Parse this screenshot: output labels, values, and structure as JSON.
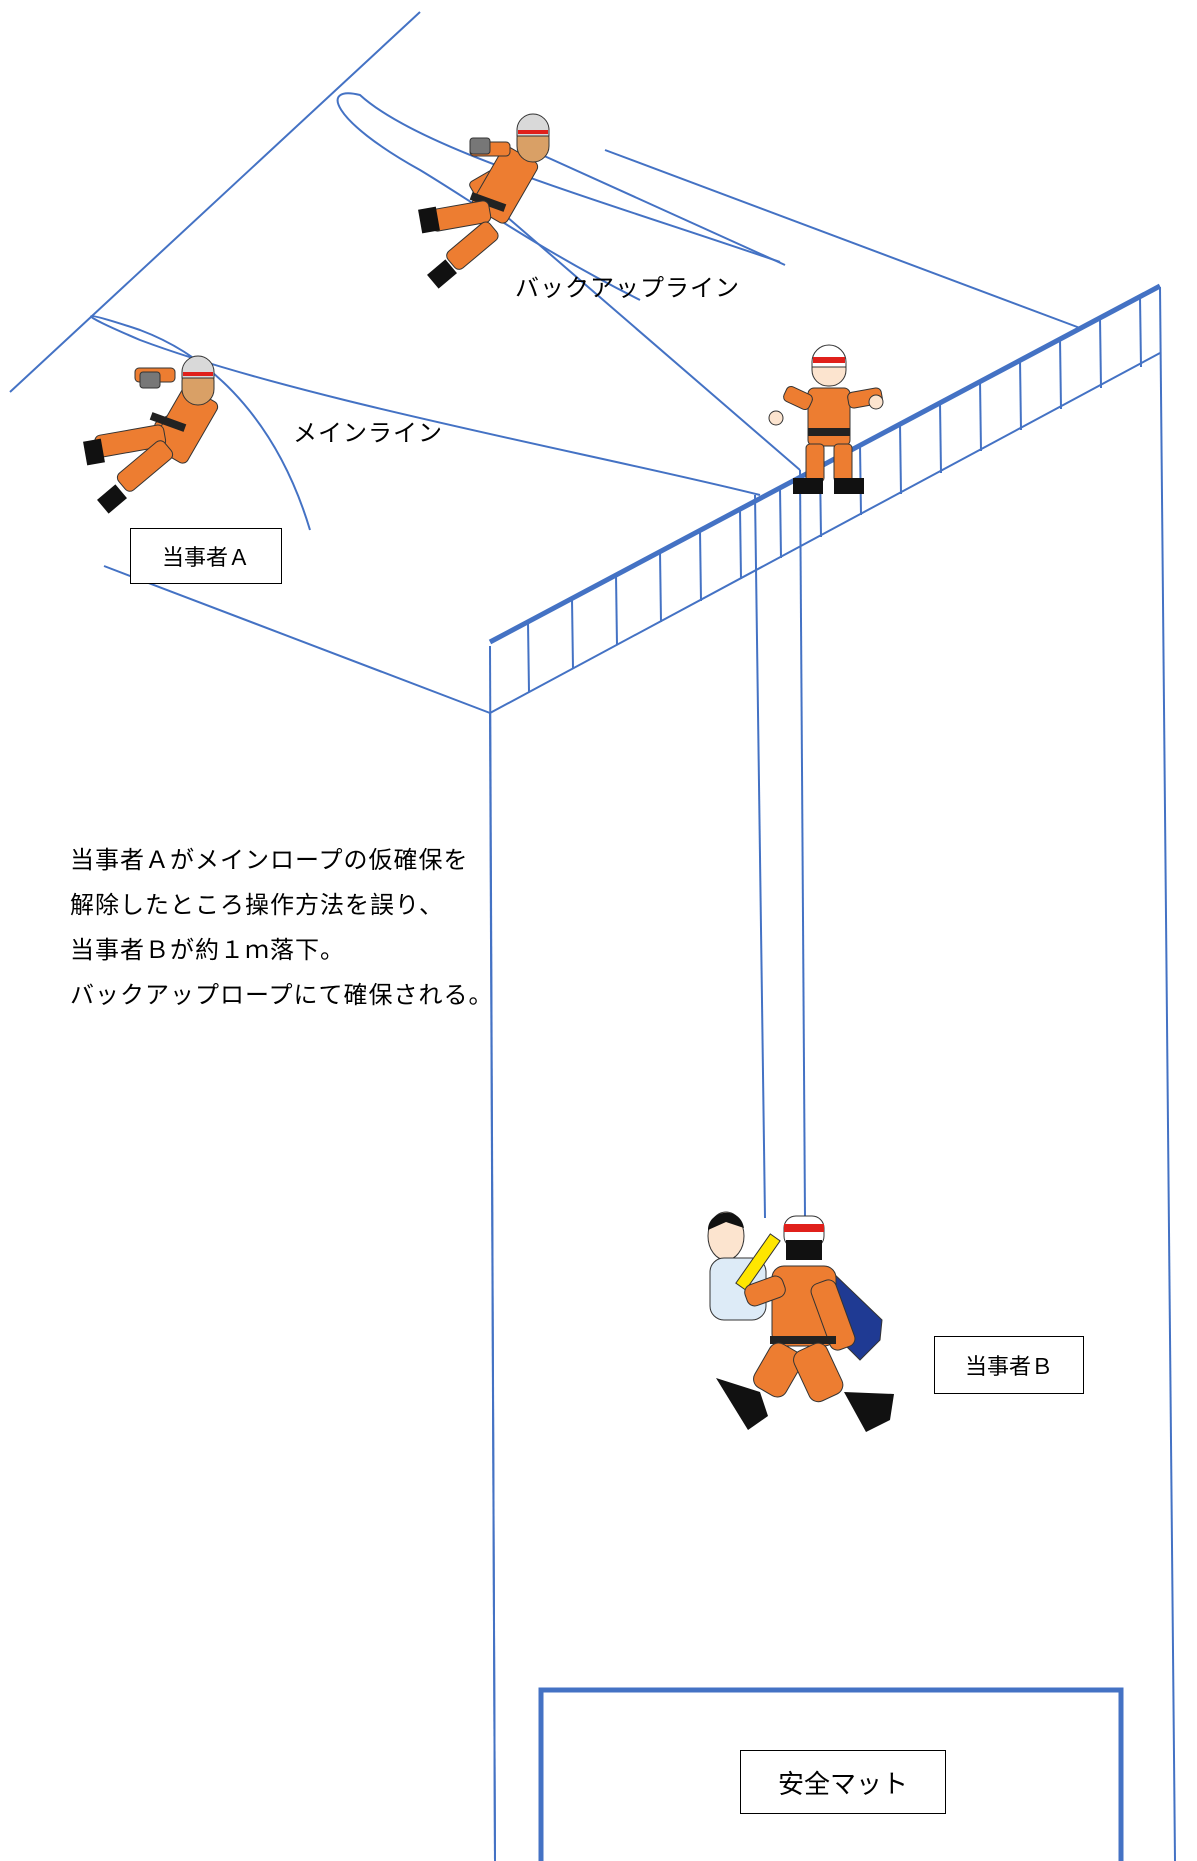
{
  "labels": {
    "backup_line": "バックアップライン",
    "main_line": "メインライン",
    "person_a": "当事者Ａ",
    "person_b": "当事者Ｂ",
    "safety_mat": "安全マット"
  },
  "description": {
    "line1": "当事者Ａがメインロープの仮確保を",
    "line2": "解除したところ操作方法を誤り、",
    "line3": "当事者Ｂが約１ｍ落下。",
    "line4": "バックアップロープにて確保される。"
  },
  "colors": {
    "line": "#4472C4",
    "uniform": "#ED7D31",
    "helmet_stripe": "#E0201B",
    "victim_shirt": "#DDEBF7",
    "victim_pants": "#1F3A93",
    "harness_yellow": "#FFE600"
  }
}
